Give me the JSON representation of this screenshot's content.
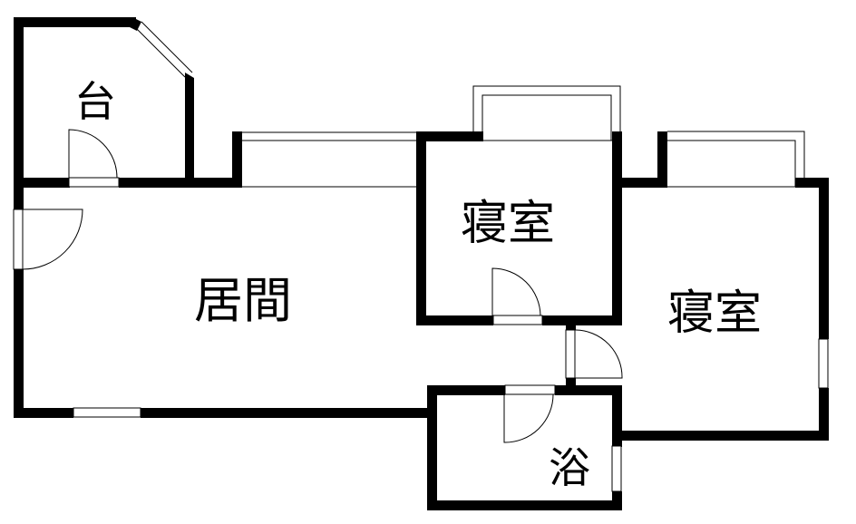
{
  "rooms": {
    "kitchen": "台",
    "living": "居間",
    "bedroom_1": "寝室",
    "bedroom_2": "寝室",
    "bath": "浴"
  },
  "colors": {
    "wall": "#000000",
    "background": "#ffffff"
  }
}
